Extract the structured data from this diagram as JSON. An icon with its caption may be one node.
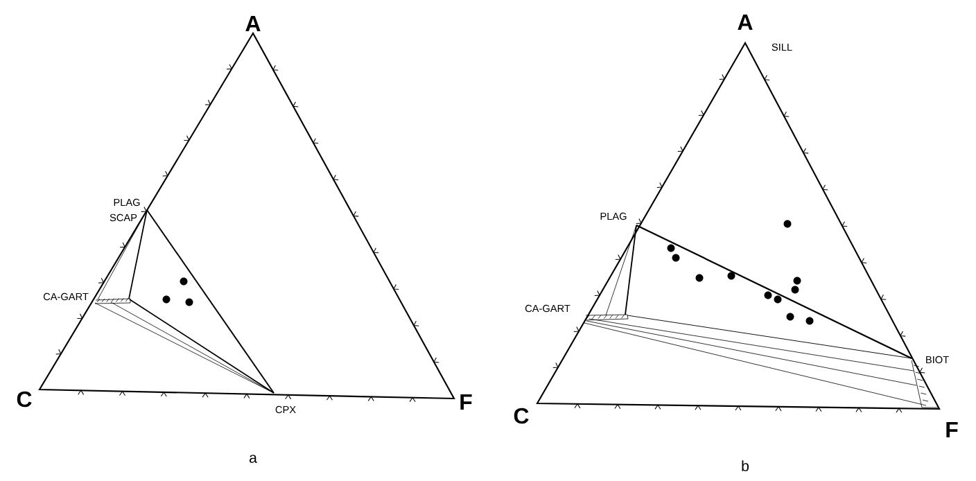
{
  "diagram": {
    "labels": [
      "A",
      "PLAG",
      "SCAP",
      "CA-GART",
      "C",
      "CPX",
      "F",
      "a",
      "A",
      "SILL",
      "PLAG",
      "CA-GART",
      "BIOT",
      "C",
      "F",
      "b"
    ]
  }
}
